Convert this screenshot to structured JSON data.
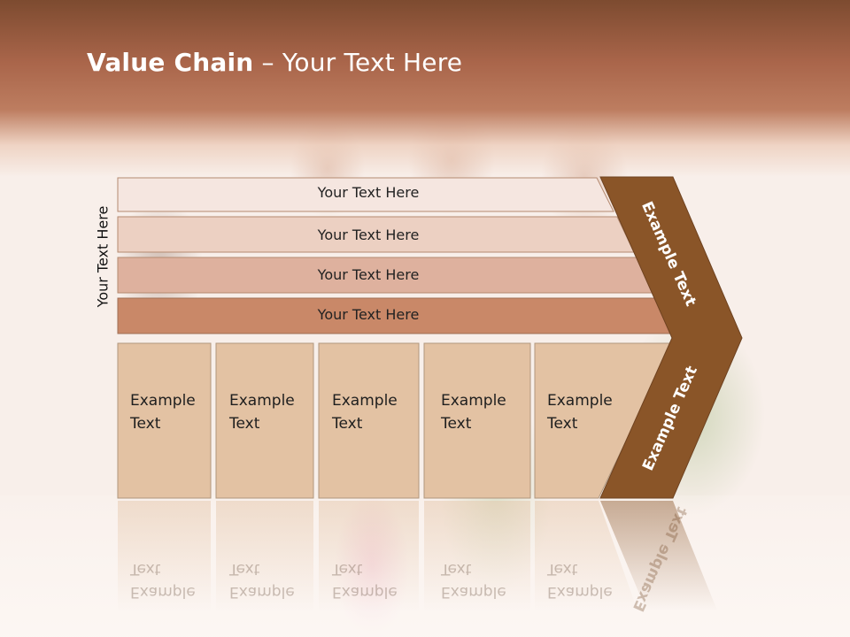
{
  "slide": {
    "title_bold": "Value Chain",
    "title_rest": " – Your Text Here",
    "side_label": "Your Text Here"
  },
  "rows": [
    {
      "label": "Your Text Here",
      "color": "#f5e6e0"
    },
    {
      "label": "Your Text Here",
      "color": "#ecd0c2"
    },
    {
      "label": "Your Text Here",
      "color": "#deb19e"
    },
    {
      "label": "Your Text Here",
      "color": "#c98868"
    }
  ],
  "boxes": [
    {
      "line1": "Example",
      "line2": "Text"
    },
    {
      "line1": "Example",
      "line2": "Text"
    },
    {
      "line1": "Example",
      "line2": "Text"
    },
    {
      "line1": "Example",
      "line2": "Text"
    },
    {
      "line1": "Example",
      "line2": "Text"
    }
  ],
  "chevron": {
    "upper_label": "Example Text",
    "lower_label": "Example Text",
    "color": "#8a5528"
  },
  "colors": {
    "box_fill": "#e3c2a3",
    "header_top": "#7d4b30"
  }
}
